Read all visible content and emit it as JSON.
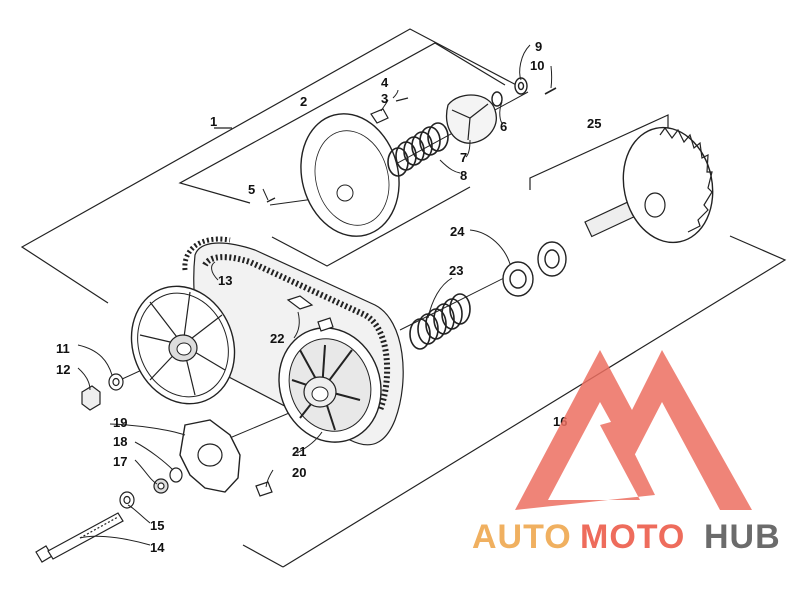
{
  "diagram": {
    "callouts": {
      "c1": "1",
      "c2": "2",
      "c3": "3",
      "c4": "4",
      "c5": "5",
      "c6": "6",
      "c7": "7",
      "c8": "8",
      "c9": "9",
      "c10": "10",
      "c11": "11",
      "c12": "12",
      "c13": "13",
      "c14": "14",
      "c15": "15",
      "c16": "16",
      "c17": "17",
      "c18": "18",
      "c19": "19",
      "c20": "20",
      "c21": "21",
      "c22": "22",
      "c23": "23",
      "c24": "24",
      "c25": "25"
    }
  },
  "watermark": {
    "part1": "AUTO",
    "part2": "MOTO",
    "part3": "HUB",
    "colors": {
      "orange": "#f0b060",
      "red": "#ee6c5c",
      "gray": "#6b6b6b",
      "logo": "#ec6e60"
    }
  }
}
